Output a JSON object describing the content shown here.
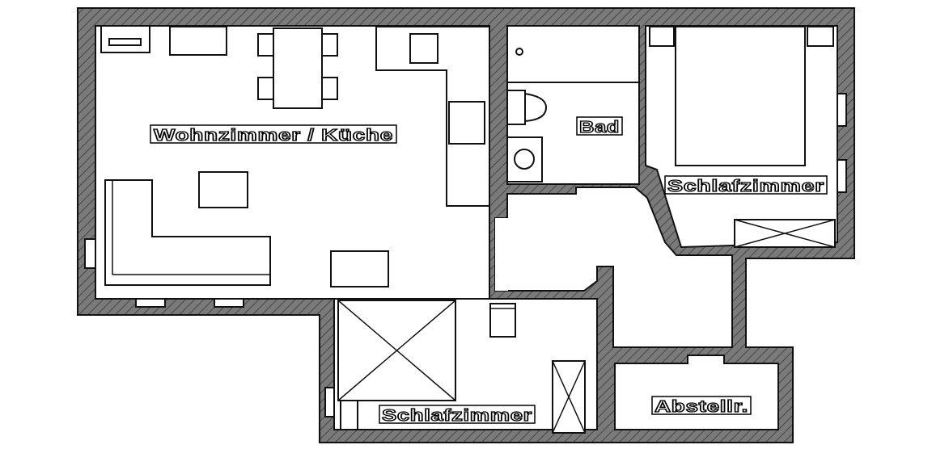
{
  "floorplan": {
    "rooms": [
      {
        "id": "living",
        "label": "Wohnzimmer / Küche"
      },
      {
        "id": "bath",
        "label": "Bad"
      },
      {
        "id": "bedroom1",
        "label": "Schlafzimmer"
      },
      {
        "id": "bedroom2",
        "label": "Schlafzimmer"
      },
      {
        "id": "storage",
        "label": "Abstellr."
      }
    ],
    "colors": {
      "wall": "#7a7a7a",
      "hatch": "#3a3a3a",
      "line": "#111111",
      "background": "#ffffff"
    }
  }
}
